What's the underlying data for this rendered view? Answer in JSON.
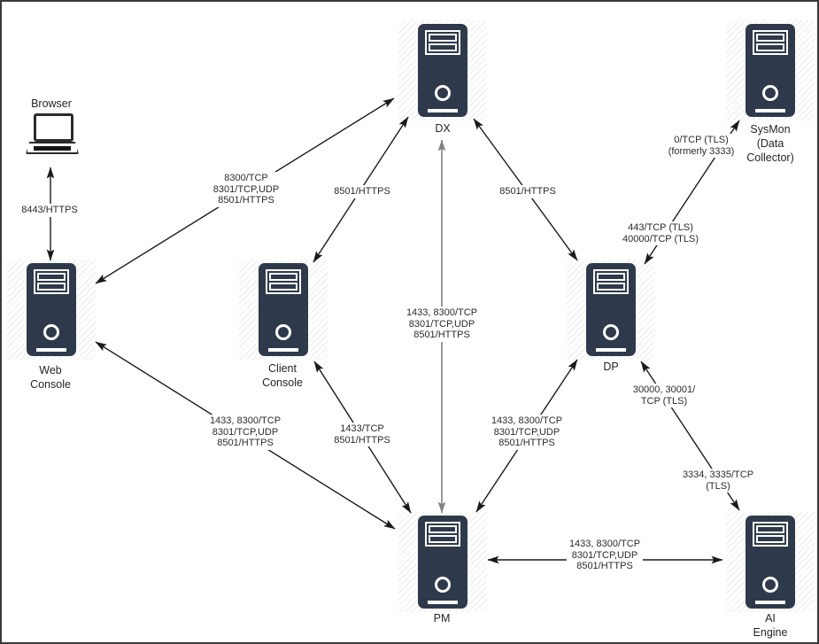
{
  "diagram": {
    "nodes": {
      "browser": {
        "label": "Browser"
      },
      "dx": {
        "label": "DX"
      },
      "sysmon": {
        "label": "SysMon\n(Data\nCollector)"
      },
      "web_console": {
        "label": "Web\nConsole"
      },
      "client_console": {
        "label": "Client\nConsole"
      },
      "dp": {
        "label": "DP"
      },
      "pm": {
        "label": "PM"
      },
      "ai_engine": {
        "label": "AI Engine"
      }
    },
    "connections": [
      {
        "from": "Browser",
        "to": "Web Console",
        "label": "8443/HTTPS"
      },
      {
        "from": "Web Console",
        "to": "DX",
        "label": "8300/TCP\n8301/TCP,UDP\n8501/HTTPS"
      },
      {
        "from": "Client Console",
        "to": "DX",
        "label": "8501/HTTPS"
      },
      {
        "from": "DX",
        "to": "DP",
        "label": "8501/HTTPS"
      },
      {
        "from": "DX",
        "to": "PM",
        "label": "1433, 8300/TCP\n8301/TCP,UDP\n8501/HTTPS"
      },
      {
        "from": "DP",
        "to": "SysMon (Data Collector)",
        "label": "0/TCP (TLS)\n(formerly 3333)",
        "label2": "443/TCP (TLS)\n40000/TCP (TLS)"
      },
      {
        "from": "Web Console",
        "to": "PM",
        "label": "1433, 8300/TCP\n8301/TCP,UDP\n8501/HTTPS"
      },
      {
        "from": "Client Console",
        "to": "PM",
        "label": "1433/TCP\n8501/HTTPS"
      },
      {
        "from": "DP",
        "to": "PM",
        "label": "1433, 8300/TCP\n8301/TCP,UDP\n8501/HTTPS"
      },
      {
        "from": "DP",
        "to": "AI Engine",
        "label": "30000, 30001/\nTCP (TLS)",
        "label2": "3334, 3335/TCP\n(TLS)"
      },
      {
        "from": "PM",
        "to": "AI Engine",
        "label": "1433, 8300/TCP\n8301/TCP,UDP\n8501/HTTPS"
      }
    ],
    "colors": {
      "server_fill": "#2e3a4b",
      "line": "#1a1a1a",
      "center_line": "#808080",
      "label_text": "#2b2b2b"
    }
  }
}
